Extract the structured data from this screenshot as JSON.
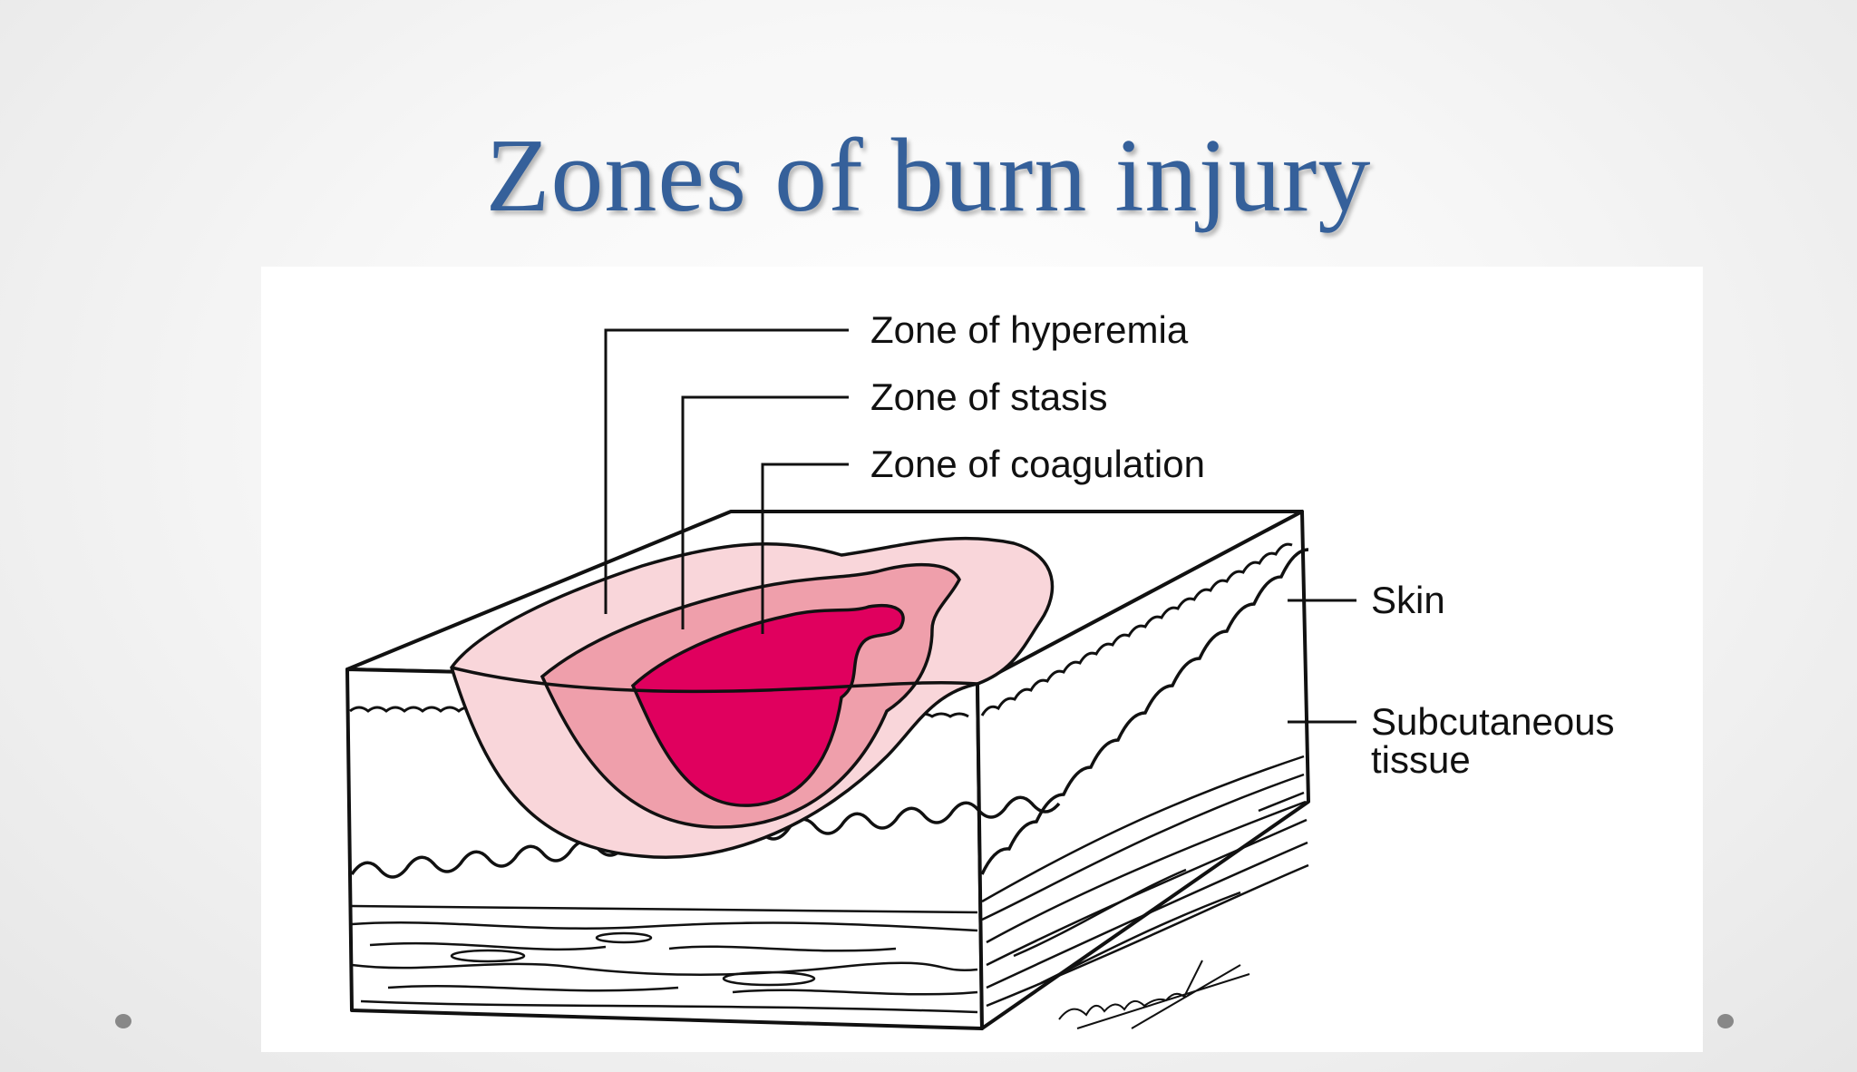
{
  "slide": {
    "title": "Zones of burn injury"
  },
  "diagram": {
    "labels": {
      "hyperemia": "Zone of hyperemia",
      "stasis": "Zone of stasis",
      "coagulation": "Zone of coagulation",
      "skin": "Skin",
      "subcutaneous_line1": "Subcutaneous",
      "subcutaneous_line2": "tissue"
    },
    "colors": {
      "hyperemia": "#f9d6da",
      "stasis": "#ef9fab",
      "coagulation": "#e0005e",
      "outline": "#111111",
      "title": "#35609a"
    }
  },
  "navigation": {
    "prev_icon": "dot-icon",
    "next_icon": "dot-icon"
  }
}
